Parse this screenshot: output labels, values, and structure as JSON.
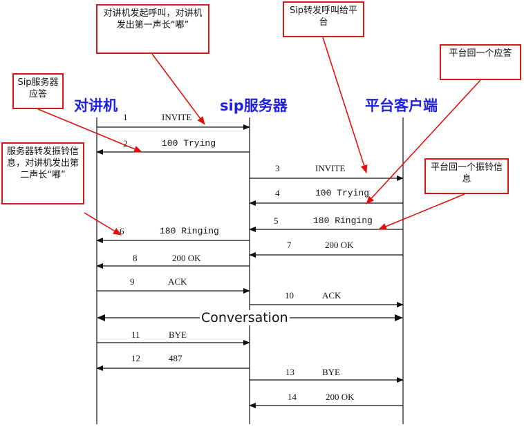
{
  "participants": {
    "intercom": "对讲机",
    "sip_server": "sip服务器",
    "platform_client": "平台客户端"
  },
  "messages": [
    {
      "num": "1",
      "label": "INVITE",
      "from": "intercom",
      "to": "sip_server"
    },
    {
      "num": "2",
      "label": "100 Trying",
      "from": "sip_server",
      "to": "intercom"
    },
    {
      "num": "3",
      "label": "INVITE",
      "from": "sip_server",
      "to": "platform_client"
    },
    {
      "num": "4",
      "label": "100 Trying",
      "from": "platform_client",
      "to": "sip_server"
    },
    {
      "num": "5",
      "label": "180 Ringing",
      "from": "platform_client",
      "to": "sip_server"
    },
    {
      "num": "6",
      "label": "180 Ringing",
      "from": "sip_server",
      "to": "intercom"
    },
    {
      "num": "7",
      "label": "200 OK",
      "from": "platform_client",
      "to": "sip_server"
    },
    {
      "num": "8",
      "label": "200 OK",
      "from": "sip_server",
      "to": "intercom"
    },
    {
      "num": "9",
      "label": "ACK",
      "from": "intercom",
      "to": "sip_server"
    },
    {
      "num": "10",
      "label": "ACK",
      "from": "sip_server",
      "to": "platform_client"
    },
    {
      "num": "11",
      "label": "BYE",
      "from": "intercom",
      "to": "sip_server"
    },
    {
      "num": "12",
      "label": "487",
      "from": "sip_server",
      "to": "intercom"
    },
    {
      "num": "13",
      "label": "BYE",
      "from": "sip_server",
      "to": "platform_client"
    },
    {
      "num": "14",
      "label": "200 OK",
      "from": "platform_client",
      "to": "sip_server"
    }
  ],
  "conversation": "Conversation",
  "callouts": {
    "intercom_call": "对讲机发起呼叫，对讲机发出第一声长“嘟”",
    "sip_forward": "Sip转发呼叫给平台",
    "platform_reply": "平台回一个应答",
    "sip_reply": "Sip服务器应答",
    "server_forward_ring": "服务器转发振铃信息，对讲机发出第二声长“嘟”",
    "platform_ring": "平台回一个振铃信息"
  },
  "colors": {
    "party_text": "#1f1fe0",
    "callout_border": "#d81818",
    "arrow_red": "#e01010",
    "line": "#111111"
  }
}
